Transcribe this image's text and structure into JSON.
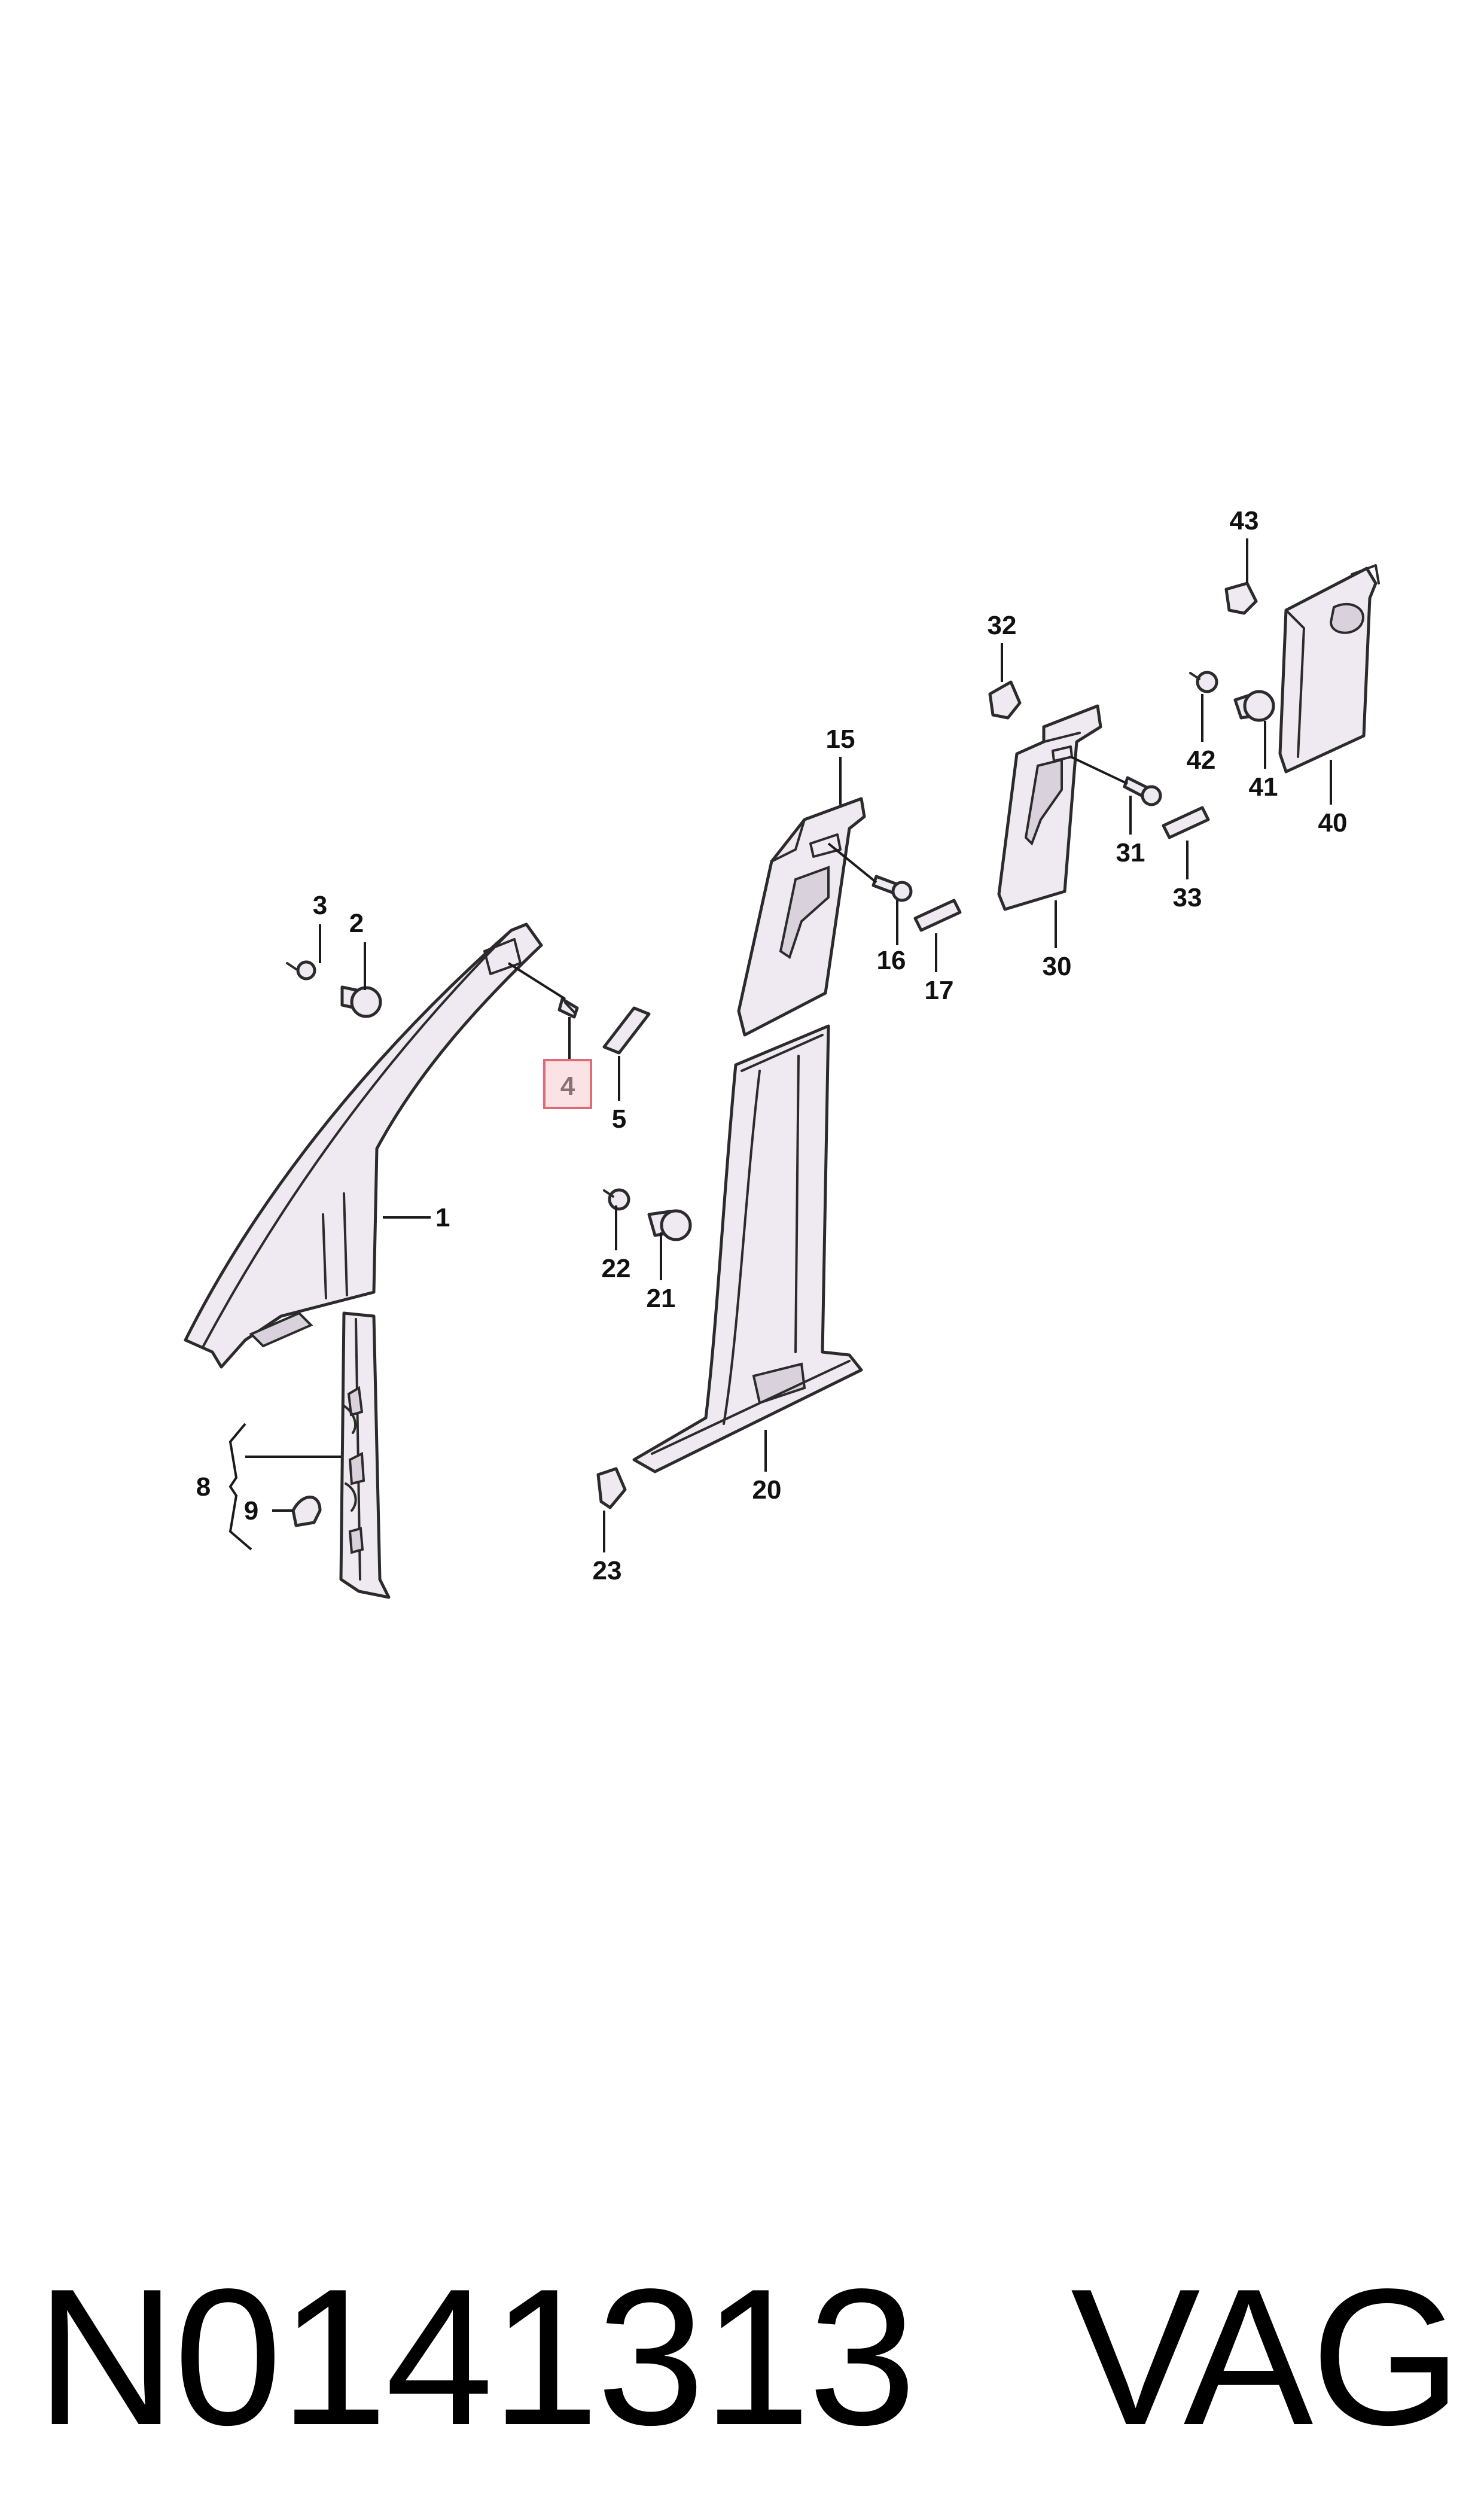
{
  "diagram": {
    "highlighted_callout": "4",
    "highlight_color": "#e06a78",
    "callouts": {
      "c1": "1",
      "c2": "2",
      "c3": "3",
      "c4": "4",
      "c5": "5",
      "c8": "8",
      "c9": "9",
      "c15": "15",
      "c16": "16",
      "c17": "17",
      "c20": "20",
      "c21": "21",
      "c22": "22",
      "c23": "23",
      "c30": "30",
      "c31": "31",
      "c32": "32",
      "c33": "33",
      "c40": "40",
      "c41": "41",
      "c42": "42",
      "c43": "43"
    }
  },
  "caption": {
    "part_number": "N0141313",
    "brand": "VAG"
  }
}
